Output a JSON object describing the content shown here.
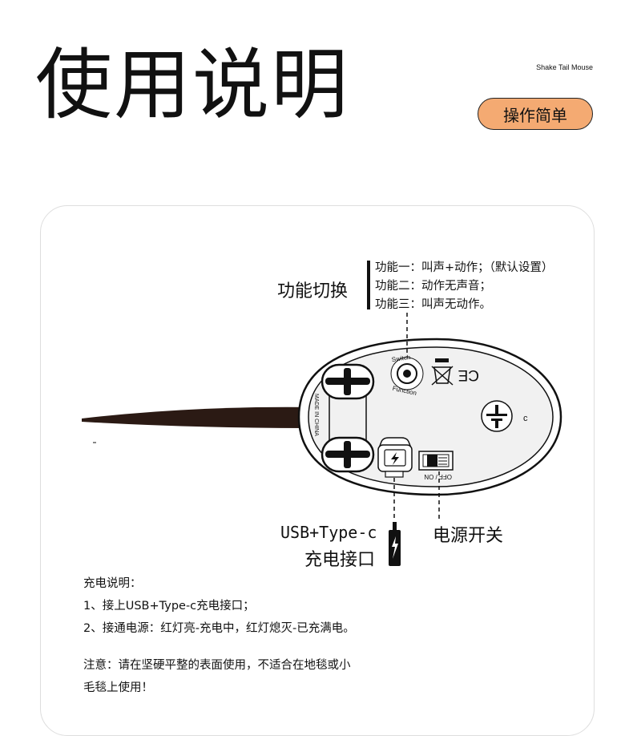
{
  "header": {
    "title": "使用说明",
    "subtitle": "Shake Tail Mouse",
    "badge": "操作简单"
  },
  "diagram": {
    "function_switch_label": "功能切换",
    "functions": [
      "功能一：叫声+动作；（默认设置）",
      "功能二：动作无声音；",
      "功能三：叫声无动作。"
    ],
    "switch_text_top": "Switch",
    "switch_text_bottom": "Function",
    "made_in": "MADE IN CHINA",
    "ce_mark": "CE",
    "off_on": "OFF / ON",
    "usb_label_line1": "USB+Type-c",
    "usb_label_line2": "充电接口",
    "power_label": "电源开关"
  },
  "notes": {
    "charge_title": "充电说明：",
    "charge_items": [
      "1、接上USB+Type-c充电接口；",
      "2、接通电源：红灯亮-充电中，红灯熄灭-已充满电。"
    ],
    "caution_lines": [
      "注意：请在坚硬平整的表面使用，不适合在地毯或小",
      "毛毯上使用！"
    ]
  },
  "colors": {
    "badge_fill": "#f4aa72",
    "ink": "#111111",
    "device_fill": "#f1f1f1",
    "tail": "#2b1a14"
  },
  "icons": {
    "lightning": "lightning-icon",
    "weee": "crossed-bin-icon",
    "battery": "battery-icon"
  }
}
